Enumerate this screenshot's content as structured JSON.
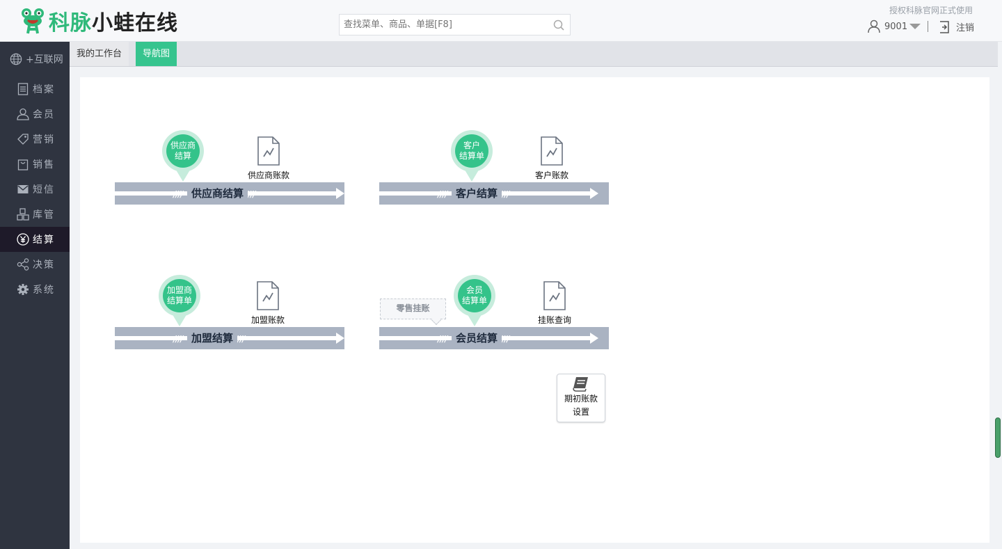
{
  "header": {
    "brand_green": "科脉",
    "brand_black": "小蛙在线",
    "search_placeholder": "查找菜单、商品、单据[F8]",
    "license": "授权科脉官网正式使用",
    "user_id": "9001",
    "logout": "注销"
  },
  "sidebar": {
    "items": [
      {
        "label": "+互联网",
        "icon": "globe-icon"
      },
      {
        "label": "档案",
        "icon": "file-icon"
      },
      {
        "label": "会员",
        "icon": "user-icon"
      },
      {
        "label": "营销",
        "icon": "tag-icon"
      },
      {
        "label": "销售",
        "icon": "bag-icon"
      },
      {
        "label": "短信",
        "icon": "mail-icon"
      },
      {
        "label": "库管",
        "icon": "boxes-icon"
      },
      {
        "label": "结算",
        "icon": "yen-icon",
        "active": true
      },
      {
        "label": "决策",
        "icon": "share-icon"
      },
      {
        "label": "系统",
        "icon": "gear-icon"
      }
    ]
  },
  "tabs": [
    {
      "label": "我的工作台",
      "active": false
    },
    {
      "label": "导航图",
      "active": true
    }
  ],
  "flow": {
    "supplier": {
      "pin": [
        "供应商",
        "结算"
      ],
      "road": "供应商结算",
      "doc": "供应商账款"
    },
    "customer": {
      "pin": [
        "客户",
        "结算单"
      ],
      "road": "客户结算",
      "doc": "客户账款"
    },
    "franchise": {
      "pin": [
        "加盟商",
        "结算单"
      ],
      "road": "加盟结算",
      "doc": "加盟账款"
    },
    "member": {
      "pin": [
        "会员",
        "结算单"
      ],
      "road": "会员结算",
      "doc": "挂账查询",
      "bubble": "零售挂账"
    },
    "setup": {
      "line1": "期初账款",
      "line2": "设置"
    }
  },
  "colors": {
    "accent": "#36c48e",
    "sidebar_bg": "#2f3440",
    "road": "#aab3c2"
  }
}
